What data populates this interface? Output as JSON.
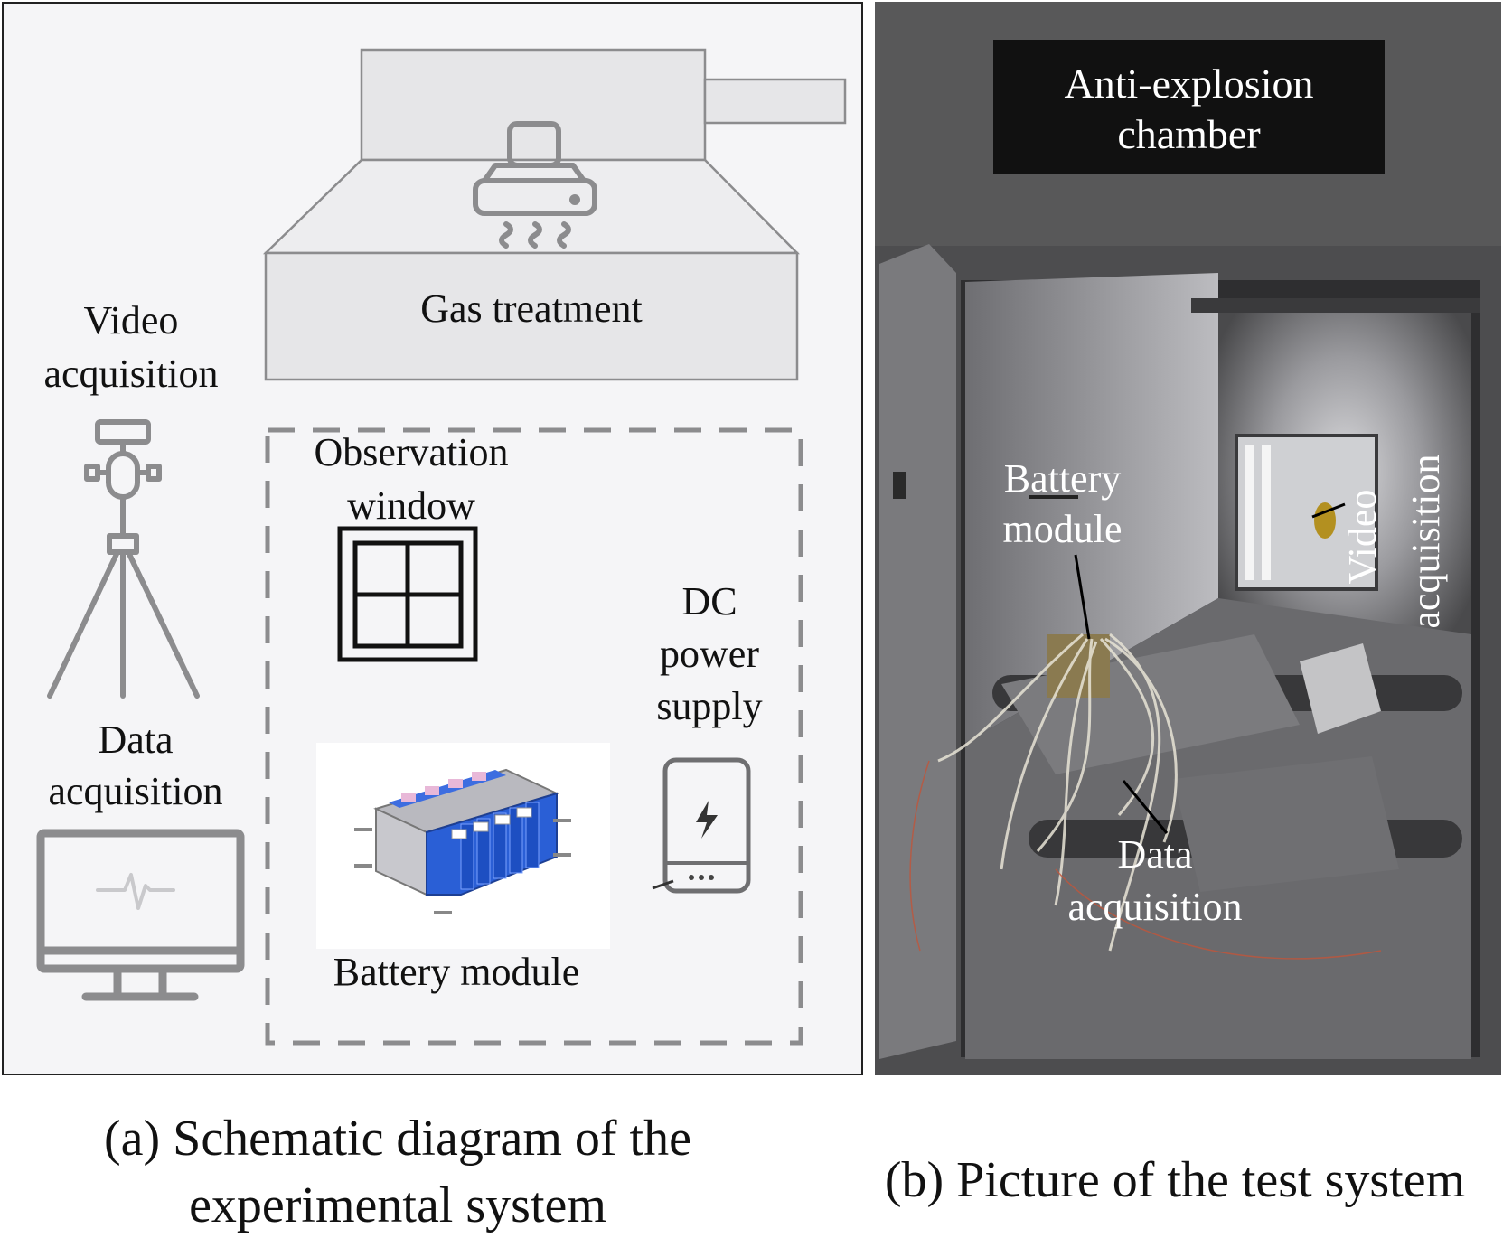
{
  "panel_a": {
    "labels": {
      "gas_treatment": "Gas treatment",
      "video_acquisition_line1": "Video",
      "video_acquisition_line2": "acquisition",
      "observation_window_line1": "Observation",
      "observation_window_line2": "window",
      "dc_power_line1": "DC",
      "dc_power_line2": "power",
      "dc_power_line3": "supply",
      "data_acquisition_line1": "Data",
      "data_acquisition_line2": "acquisition",
      "battery_module": "Battery module"
    },
    "icons": [
      "exhaust-hood-icon",
      "fan-icon",
      "tripod-camera-icon",
      "window-icon",
      "power-bank-icon",
      "monitor-icon",
      "battery-module-icon"
    ],
    "caption_line1": "(a) Schematic diagram of the",
    "caption_line2": "experimental system"
  },
  "panel_b": {
    "labels": {
      "anti_explosion_line1": "Anti-explosion",
      "anti_explosion_line2": "chamber",
      "battery_module_line1": "Battery",
      "battery_module_line2": "module",
      "video_acquisition_line1": "Video",
      "video_acquisition_line2": "acquisition",
      "data_acquisition_line1": "Data",
      "data_acquisition_line2": "acquisition"
    },
    "caption": "(b) Picture of the test system"
  },
  "colors": {
    "icon_gray": "#8c8c8e",
    "panel_bg": "#f5f5f7",
    "photo_dark": "#3a3a3a",
    "label_box": "#111111",
    "battery_blue": "#2a5fd6",
    "battery_pink": "#e8b8d8"
  }
}
